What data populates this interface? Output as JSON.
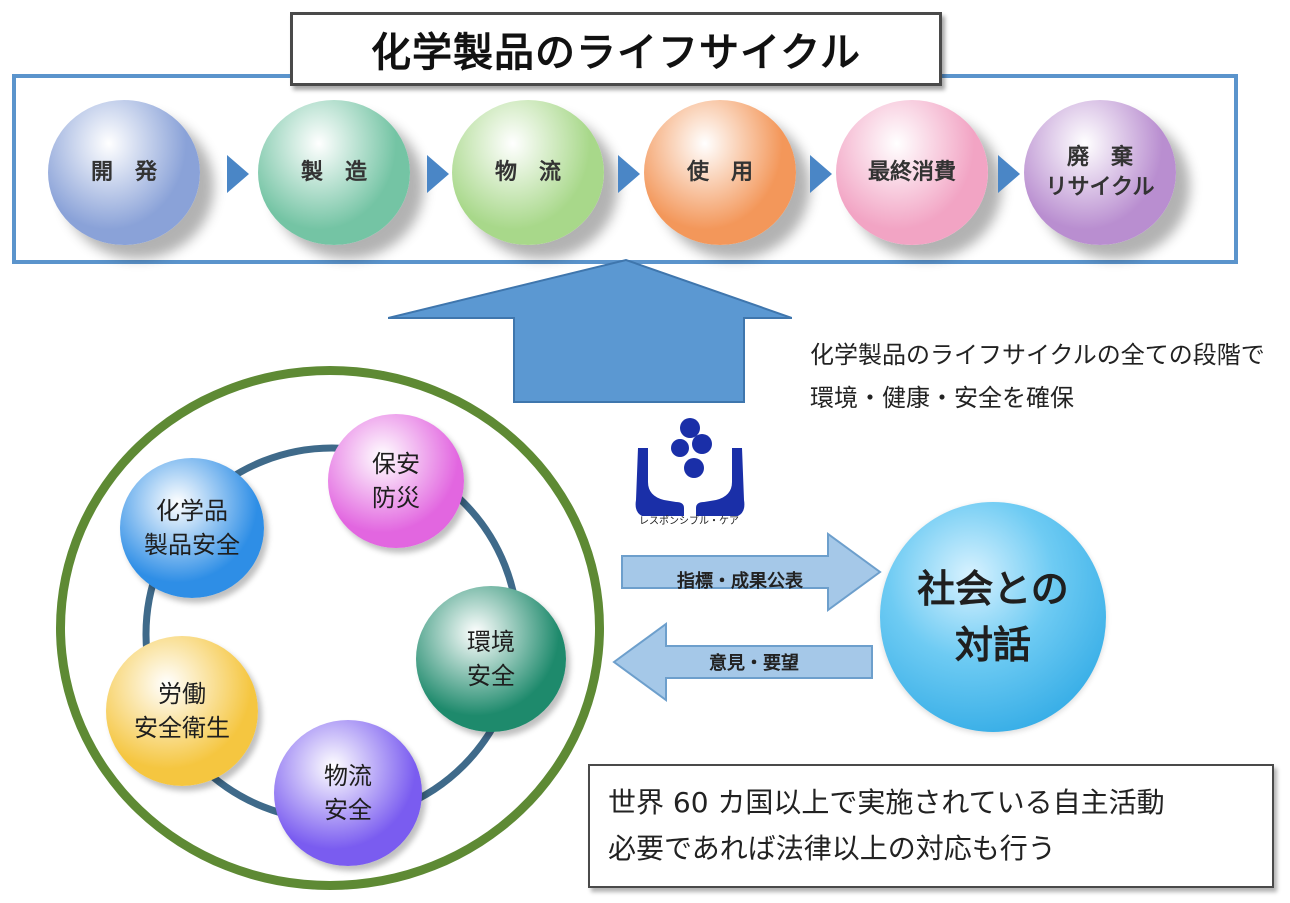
{
  "title": "化学製品のライフサイクル",
  "lifecycle": {
    "stages": [
      {
        "label": "開　発",
        "color": "#8aa2d8"
      },
      {
        "label": "製　造",
        "color": "#74c4a4"
      },
      {
        "label": "物　流",
        "color": "#a8d88a"
      },
      {
        "label": "使　用",
        "color": "#f3975a"
      },
      {
        "label": "最終消費",
        "color": "#f2a4c4"
      },
      {
        "label": "廃　棄\nリサイクル",
        "color": "#b98ed0"
      }
    ]
  },
  "caption": "化学製品のライフサイクルの全ての段階で\n環境・健康・安全を確保",
  "safety_areas": [
    {
      "label": "保安\n防災",
      "color": "#e266e0"
    },
    {
      "label": "化学品\n製品安全",
      "color": "#2e8ee6"
    },
    {
      "label": "環境\n安全",
      "color": "#1e8a6c"
    },
    {
      "label": "労働\n安全衛生",
      "color": "#f5c640"
    },
    {
      "label": "物流\n安全",
      "color": "#7a5cf0"
    }
  ],
  "logo": {
    "label": "レスポンシブル・ケア",
    "color": "#1a2fa8"
  },
  "arrows": {
    "outgoing": "指標・成果公表",
    "incoming": "意見・要望"
  },
  "dialogue": "社会との\n対話",
  "note": {
    "line1": "世界 60 カ国以上で実施されている自主活動",
    "line2": "必要であれば法律以上の対応も行う"
  }
}
